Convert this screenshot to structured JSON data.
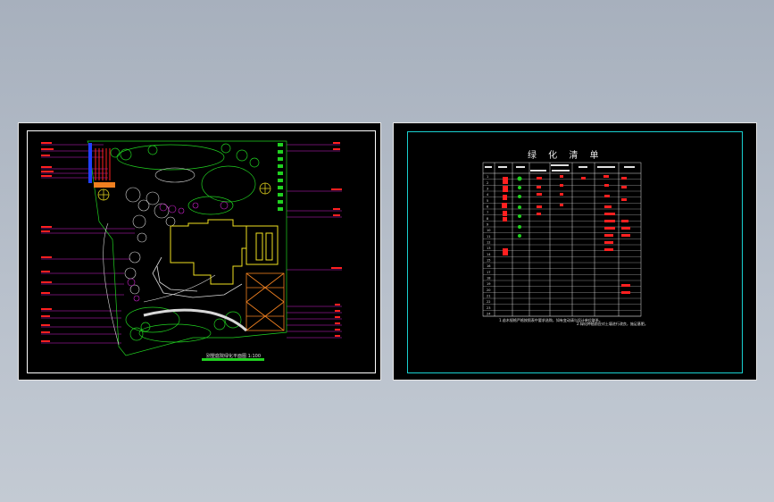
{
  "left_sheet": {
    "plan_title": "别墅庭院绿化平面图  1:100"
  },
  "right_sheet": {
    "table_title": "绿 化 清 单",
    "columns": [
      "序号",
      "图例",
      "品种",
      "规格(cm)",
      "单位",
      "数量",
      "备注"
    ],
    "row_numbers": [
      "1",
      "2",
      "3",
      "4",
      "5",
      "6",
      "7",
      "8",
      "9",
      "10",
      "11",
      "12",
      "13",
      "14",
      "15",
      "16",
      "17",
      "18",
      "19",
      "20",
      "21",
      "22",
      "23",
      "24"
    ],
    "note_1": "1.苗木规格严格按照表中要求选购，如有变动请与设计单位联系。",
    "note_2": "2.绿化种植前应对土壤进行改良，施足基肥。"
  },
  "colors": {
    "background": "#b9c1cc",
    "sheet": "#000000",
    "frame_white": "#ffffff",
    "frame_cyan": "#19d0d0",
    "leader_magenta": "#d020d0",
    "plant_green": "#20d020",
    "label_red": "#ff2020",
    "building_yellow": "#f0e020",
    "path_orange": "#f08020"
  }
}
